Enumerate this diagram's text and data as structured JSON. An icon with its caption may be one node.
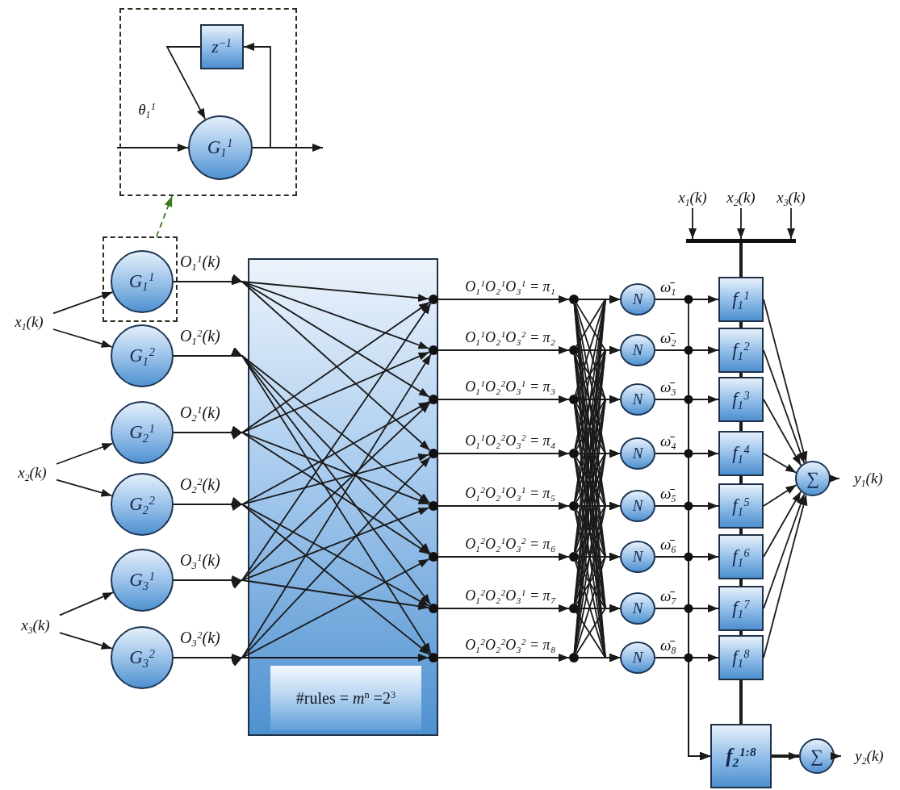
{
  "diagram": {
    "nodes": [
      {
        "text": [],
        "shape": "box"
      },
      {
        "text": [
          "z$^{−1}$"
        ],
        "in": 0
      },
      {
        "text": [
          "G$_{1}$$^{1}$"
        ],
        "in": 0
      },
      {
        "text": [
          "x$_{1}$(k)"
        ]
      },
      {
        "text": [],
        "shape": "box"
      },
      {
        "text": [
          "G$_{1}$$^{1}$"
        ],
        "in": 4,
        "beside": [
          "O$_{1}$$^{1}$(k)"
        ]
      },
      {
        "text": [
          "G$_{1}$$^{2}$"
        ],
        "beside": [
          "O$_{1}$$^{2}$(k)"
        ]
      },
      {
        "text": [
          "x$_{2}$(k)"
        ]
      },
      {
        "text": [
          "G$_{2}$$^{1}$"
        ],
        "beside": [
          "O$_{2}$$^{1}$(k)"
        ]
      },
      {
        "text": [
          "G$_{2}$$^{2}$"
        ],
        "beside": [
          "O$_{2}$$^{2}$(k)"
        ]
      },
      {
        "text": [
          "x$_{3}$(k)"
        ]
      },
      {
        "text": [
          "G$_{3}$$^{1}$"
        ],
        "beside": [
          "O$_{3}$$^{1}$(k)"
        ]
      },
      {
        "text": [
          "G$_{3}$$^{2}$"
        ],
        "beside": [
          "O$_{3}$$^{2}$(k)"
        ]
      },
      {
        "text": [],
        "shape": "box"
      },
      {
        "text": [
          "#rules = *m*$^{n}$ =2$^{3}$"
        ],
        "in": 13
      },
      {
        "text": [],
        "shape": "circle",
        "in": 13
      },
      {
        "text": [],
        "shape": "circle",
        "in": 13
      },
      {
        "text": [],
        "shape": "circle",
        "in": 13
      },
      {
        "text": [],
        "shape": "circle",
        "in": 13
      },
      {
        "text": [],
        "shape": "circle",
        "in": 13
      },
      {
        "text": [],
        "shape": "circle",
        "in": 13
      },
      {
        "text": [],
        "shape": "circle",
        "in": 13
      },
      {
        "text": [],
        "shape": "circle",
        "in": 13
      },
      {
        "text": [],
        "shape": "circle"
      },
      {
        "text": [],
        "shape": "circle"
      },
      {
        "text": [],
        "shape": "circle"
      },
      {
        "text": [],
        "shape": "circle"
      },
      {
        "text": [],
        "shape": "circle"
      },
      {
        "text": [],
        "shape": "circle"
      },
      {
        "text": [],
        "shape": "circle"
      },
      {
        "text": [],
        "shape": "circle"
      },
      {
        "text": [
          "N"
        ]
      },
      {
        "text": [
          "N"
        ]
      },
      {
        "text": [
          "N"
        ]
      },
      {
        "text": [
          "N"
        ]
      },
      {
        "text": [
          "N"
        ]
      },
      {
        "text": [
          "N"
        ]
      },
      {
        "text": [
          "N"
        ]
      },
      {
        "text": [
          "N"
        ]
      },
      {
        "text": [
          "f$_{1}$$^{1}$"
        ]
      },
      {
        "text": [
          "f$_{1}$$^{2}$"
        ]
      },
      {
        "text": [
          "f$_{1}$$^{3}$"
        ]
      },
      {
        "text": [
          "f$_{1}$$^{4}$"
        ]
      },
      {
        "text": [
          "f$_{1}$$^{5}$"
        ]
      },
      {
        "text": [
          "f$_{1}$$^{6}$"
        ]
      },
      {
        "text": [
          "f$_{1}$$^{7}$"
        ]
      },
      {
        "text": [
          "f$_{1}$$^{8}$"
        ]
      },
      {
        "text": [
          "f$_{2}$$^{1:8}$"
        ]
      },
      {
        "text": [
          "∑"
        ]
      },
      {
        "text": [
          "y$_{1}$(k)"
        ]
      },
      {
        "text": [
          "∑"
        ]
      },
      {
        "text": [
          "y$_{2}$(k)"
        ]
      },
      {
        "text": [
          "x$_{1}$(k)"
        ]
      },
      {
        "text": [
          "x$_{2}$(k)"
        ]
      },
      {
        "text": [
          "x$_{3}$(k)"
        ]
      },
      {
        "text": [],
        "shape": "bar"
      }
    ],
    "edges": [
      {
        "from": null,
        "to": 2,
        "arrow": "to"
      },
      {
        "from": 2,
        "to": null,
        "arrow": "to"
      },
      {
        "from": 2,
        "to": 1,
        "arrow": "to"
      },
      {
        "from": 1,
        "to": 2,
        "arrow": "to",
        "label": "θ$_{1}$$^{1}$"
      },
      {
        "from": 4,
        "to": 0,
        "arrow": "to",
        "style": "dashed",
        "color": "#3b7a1e"
      },
      {
        "from": 3,
        "to": 5,
        "arrow": "to"
      },
      {
        "from": 3,
        "to": 6,
        "arrow": "to"
      },
      {
        "from": 7,
        "to": 8,
        "arrow": "to"
      },
      {
        "from": 7,
        "to": 9,
        "arrow": "to"
      },
      {
        "from": 10,
        "to": 11,
        "arrow": "to"
      },
      {
        "from": 10,
        "to": 12,
        "arrow": "to"
      },
      {
        "from": 5,
        "to": 15,
        "arrow": "to"
      },
      {
        "from": 5,
        "to": 16,
        "arrow": "to"
      },
      {
        "from": 5,
        "to": 17,
        "arrow": "to"
      },
      {
        "from": 5,
        "to": 18,
        "arrow": "to"
      },
      {
        "from": 6,
        "to": 19,
        "arrow": "to"
      },
      {
        "from": 6,
        "to": 20,
        "arrow": "to"
      },
      {
        "from": 6,
        "to": 21,
        "arrow": "to"
      },
      {
        "from": 6,
        "to": 22,
        "arrow": "to"
      },
      {
        "from": 8,
        "to": 15,
        "arrow": "to"
      },
      {
        "from": 8,
        "to": 16,
        "arrow": "to"
      },
      {
        "from": 8,
        "to": 19,
        "arrow": "to"
      },
      {
        "from": 8,
        "to": 20,
        "arrow": "to"
      },
      {
        "from": 9,
        "to": 17,
        "arrow": "to"
      },
      {
        "from": 9,
        "to": 18,
        "arrow": "to"
      },
      {
        "from": 9,
        "to": 21,
        "arrow": "to"
      },
      {
        "from": 9,
        "to": 22,
        "arrow": "to"
      },
      {
        "from": 11,
        "to": 15,
        "arrow": "to"
      },
      {
        "from": 11,
        "to": 17,
        "arrow": "to"
      },
      {
        "from": 11,
        "to": 19,
        "arrow": "to"
      },
      {
        "from": 11,
        "to": 21,
        "arrow": "to"
      },
      {
        "from": 12,
        "to": 16,
        "arrow": "to"
      },
      {
        "from": 12,
        "to": 18,
        "arrow": "to"
      },
      {
        "from": 12,
        "to": 20,
        "arrow": "to"
      },
      {
        "from": 12,
        "to": 22,
        "arrow": "to"
      },
      {
        "from": 15,
        "to": 23,
        "arrow": "to",
        "label": "O$_{1}$$^{1}$O$_{2}$$^{1}$O$_{3}$$^{1}$ = π$_{1}$"
      },
      {
        "from": 16,
        "to": 24,
        "arrow": "to",
        "label": "O$_{1}$$^{1}$O$_{2}$$^{1}$O$_{3}$$^{2}$ = π$_{2}$"
      },
      {
        "from": 17,
        "to": 25,
        "arrow": "to",
        "label": "O$_{1}$$^{1}$O$_{2}$$^{2}$O$_{3}$$^{1}$ = π$_{3}$"
      },
      {
        "from": 18,
        "to": 26,
        "arrow": "to",
        "label": "O$_{1}$$^{1}$O$_{2}$$^{2}$O$_{3}$$^{2}$ = π$_{4}$"
      },
      {
        "from": 19,
        "to": 27,
        "arrow": "to",
        "label": "O$_{1}$$^{2}$O$_{2}$$^{1}$O$_{3}$$^{1}$ = π$_{5}$"
      },
      {
        "from": 20,
        "to": 28,
        "arrow": "to",
        "label": "O$_{1}$$^{2}$O$_{2}$$^{1}$O$_{3}$$^{2}$ = π$_{6}$"
      },
      {
        "from": 21,
        "to": 29,
        "arrow": "to",
        "label": "O$_{1}$$^{2}$O$_{2}$$^{2}$O$_{3}$$^{1}$ = π$_{7}$"
      },
      {
        "from": 22,
        "to": 30,
        "arrow": "to",
        "label": "O$_{1}$$^{2}$O$_{2}$$^{2}$O$_{3}$$^{2}$ = π$_{8}$"
      },
      {
        "from": 23,
        "to": 31,
        "arrow": "to"
      },
      {
        "from": 23,
        "to": 32,
        "arrow": "to"
      },
      {
        "from": 23,
        "to": 33,
        "arrow": "to"
      },
      {
        "from": 23,
        "to": 34,
        "arrow": "to"
      },
      {
        "from": 23,
        "to": 35,
        "arrow": "to"
      },
      {
        "from": 23,
        "to": 36,
        "arrow": "to"
      },
      {
        "from": 23,
        "to": 37,
        "arrow": "to"
      },
      {
        "from": 23,
        "to": 38,
        "arrow": "to"
      },
      {
        "from": 24,
        "to": 31,
        "arrow": "to"
      },
      {
        "from": 24,
        "to": 32,
        "arrow": "to"
      },
      {
        "from": 24,
        "to": 33,
        "arrow": "to"
      },
      {
        "from": 24,
        "to": 34,
        "arrow": "to"
      },
      {
        "from": 24,
        "to": 35,
        "arrow": "to"
      },
      {
        "from": 24,
        "to": 36,
        "arrow": "to"
      },
      {
        "from": 24,
        "to": 37,
        "arrow": "to"
      },
      {
        "from": 24,
        "to": 38,
        "arrow": "to"
      },
      {
        "from": 25,
        "to": 31,
        "arrow": "to"
      },
      {
        "from": 25,
        "to": 32,
        "arrow": "to"
      },
      {
        "from": 25,
        "to": 33,
        "arrow": "to"
      },
      {
        "from": 25,
        "to": 34,
        "arrow": "to"
      },
      {
        "from": 25,
        "to": 35,
        "arrow": "to"
      },
      {
        "from": 25,
        "to": 36,
        "arrow": "to"
      },
      {
        "from": 25,
        "to": 37,
        "arrow": "to"
      },
      {
        "from": 25,
        "to": 38,
        "arrow": "to"
      },
      {
        "from": 26,
        "to": 31,
        "arrow": "to"
      },
      {
        "from": 26,
        "to": 32,
        "arrow": "to"
      },
      {
        "from": 26,
        "to": 33,
        "arrow": "to"
      },
      {
        "from": 26,
        "to": 34,
        "arrow": "to"
      },
      {
        "from": 26,
        "to": 35,
        "arrow": "to"
      },
      {
        "from": 26,
        "to": 36,
        "arrow": "to"
      },
      {
        "from": 26,
        "to": 37,
        "arrow": "to"
      },
      {
        "from": 26,
        "to": 38,
        "arrow": "to"
      },
      {
        "from": 27,
        "to": 31,
        "arrow": "to"
      },
      {
        "from": 27,
        "to": 32,
        "arrow": "to"
      },
      {
        "from": 27,
        "to": 33,
        "arrow": "to"
      },
      {
        "from": 27,
        "to": 34,
        "arrow": "to"
      },
      {
        "from": 27,
        "to": 35,
        "arrow": "to"
      },
      {
        "from": 27,
        "to": 36,
        "arrow": "to"
      },
      {
        "from": 27,
        "to": 37,
        "arrow": "to"
      },
      {
        "from": 27,
        "to": 38,
        "arrow": "to"
      },
      {
        "from": 28,
        "to": 31,
        "arrow": "to"
      },
      {
        "from": 28,
        "to": 32,
        "arrow": "to"
      },
      {
        "from": 28,
        "to": 33,
        "arrow": "to"
      },
      {
        "from": 28,
        "to": 34,
        "arrow": "to"
      },
      {
        "from": 28,
        "to": 35,
        "arrow": "to"
      },
      {
        "from": 28,
        "to": 36,
        "arrow": "to"
      },
      {
        "from": 28,
        "to": 37,
        "arrow": "to"
      },
      {
        "from": 28,
        "to": 38,
        "arrow": "to"
      },
      {
        "from": 29,
        "to": 31,
        "arrow": "to"
      },
      {
        "from": 29,
        "to": 32,
        "arrow": "to"
      },
      {
        "from": 29,
        "to": 33,
        "arrow": "to"
      },
      {
        "from": 29,
        "to": 34,
        "arrow": "to"
      },
      {
        "from": 29,
        "to": 35,
        "arrow": "to"
      },
      {
        "from": 29,
        "to": 36,
        "arrow": "to"
      },
      {
        "from": 29,
        "to": 37,
        "arrow": "to"
      },
      {
        "from": 29,
        "to": 38,
        "arrow": "to"
      },
      {
        "from": 30,
        "to": 31,
        "arrow": "to"
      },
      {
        "from": 30,
        "to": 32,
        "arrow": "to"
      },
      {
        "from": 30,
        "to": 33,
        "arrow": "to"
      },
      {
        "from": 30,
        "to": 34,
        "arrow": "to"
      },
      {
        "from": 30,
        "to": 35,
        "arrow": "to"
      },
      {
        "from": 30,
        "to": 36,
        "arrow": "to"
      },
      {
        "from": 30,
        "to": 37,
        "arrow": "to"
      },
      {
        "from": 30,
        "to": 38,
        "arrow": "to"
      },
      {
        "from": 31,
        "to": 39,
        "arrow": "to",
        "label": "ω̄$_{1}$"
      },
      {
        "from": 32,
        "to": 40,
        "arrow": "to",
        "label": "ω̄$_{2}$"
      },
      {
        "from": 33,
        "to": 41,
        "arrow": "to",
        "label": "ω̄$_{3}$"
      },
      {
        "from": 34,
        "to": 42,
        "arrow": "to",
        "label": "ω̄$_{4}$"
      },
      {
        "from": 35,
        "to": 43,
        "arrow": "to",
        "label": "ω̄$_{5}$"
      },
      {
        "from": 36,
        "to": 44,
        "arrow": "to",
        "label": "ω̄$_{6}$"
      },
      {
        "from": 37,
        "to": 45,
        "arrow": "to",
        "label": "ω̄$_{7}$"
      },
      {
        "from": 38,
        "to": 46,
        "arrow": "to",
        "label": "ω̄$_{8}$"
      },
      {
        "from": 31,
        "to": 47,
        "arrow": "to"
      },
      {
        "from": 32,
        "to": 47,
        "arrow": "to"
      },
      {
        "from": 33,
        "to": 47,
        "arrow": "to"
      },
      {
        "from": 34,
        "to": 47,
        "arrow": "to"
      },
      {
        "from": 35,
        "to": 47,
        "arrow": "to"
      },
      {
        "from": 36,
        "to": 47,
        "arrow": "to"
      },
      {
        "from": 37,
        "to": 47,
        "arrow": "to"
      },
      {
        "from": 38,
        "to": 47,
        "arrow": "to"
      },
      {
        "from": 39,
        "to": 40,
        "arrow": "none",
        "style": "thick"
      },
      {
        "from": 40,
        "to": 41,
        "arrow": "none",
        "style": "thick"
      },
      {
        "from": 41,
        "to": 42,
        "arrow": "none",
        "style": "thick"
      },
      {
        "from": 42,
        "to": 43,
        "arrow": "none",
        "style": "thick"
      },
      {
        "from": 43,
        "to": 44,
        "arrow": "none",
        "style": "thick"
      },
      {
        "from": 44,
        "to": 45,
        "arrow": "none",
        "style": "thick"
      },
      {
        "from": 45,
        "to": 46,
        "arrow": "none",
        "style": "thick"
      },
      {
        "from": 46,
        "to": 47,
        "arrow": "none",
        "style": "thick"
      },
      {
        "from": 39,
        "to": 48,
        "arrow": "to"
      },
      {
        "from": 40,
        "to": 48,
        "arrow": "to"
      },
      {
        "from": 41,
        "to": 48,
        "arrow": "to"
      },
      {
        "from": 42,
        "to": 48,
        "arrow": "to"
      },
      {
        "from": 43,
        "to": 48,
        "arrow": "to"
      },
      {
        "from": 44,
        "to": 48,
        "arrow": "to"
      },
      {
        "from": 45,
        "to": 48,
        "arrow": "to"
      },
      {
        "from": 46,
        "to": 48,
        "arrow": "to"
      },
      {
        "from": 48,
        "to": 49,
        "arrow": "to"
      },
      {
        "from": 47,
        "to": 50,
        "arrow": "to",
        "style": "thick"
      },
      {
        "from": 50,
        "to": 51,
        "arrow": "to"
      },
      {
        "from": 52,
        "to": 55,
        "arrow": "to"
      },
      {
        "from": 53,
        "to": 55,
        "arrow": "to"
      },
      {
        "from": 54,
        "to": 55,
        "arrow": "to"
      },
      {
        "from": 55,
        "to": 39,
        "arrow": "none",
        "style": "thick"
      }
    ]
  }
}
